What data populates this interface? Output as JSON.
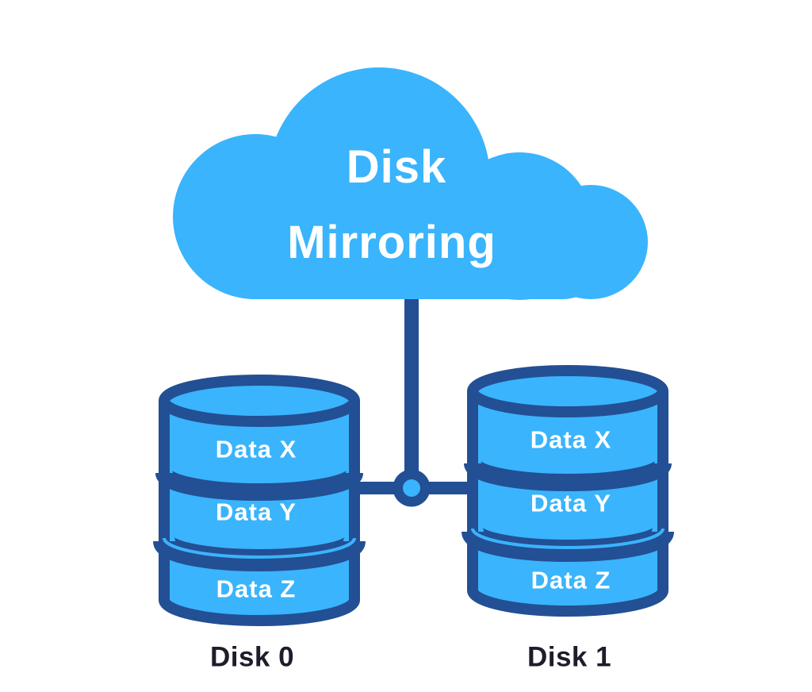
{
  "palette": {
    "light_blue": "#3AB4FC",
    "dark_blue": "#234F94",
    "label_text": "#FFFFFF",
    "caption_text": "#1D1D2B",
    "background": "#FFFFFF"
  },
  "cloud": {
    "title_line1": "Disk",
    "title_line2": "Mirroring"
  },
  "disks": [
    {
      "caption": "Disk 0",
      "segments": [
        "Data X",
        "Data Y",
        "Data Z"
      ]
    },
    {
      "caption": "Disk 1",
      "segments": [
        "Data X",
        "Data Y",
        "Data Z"
      ]
    }
  ]
}
